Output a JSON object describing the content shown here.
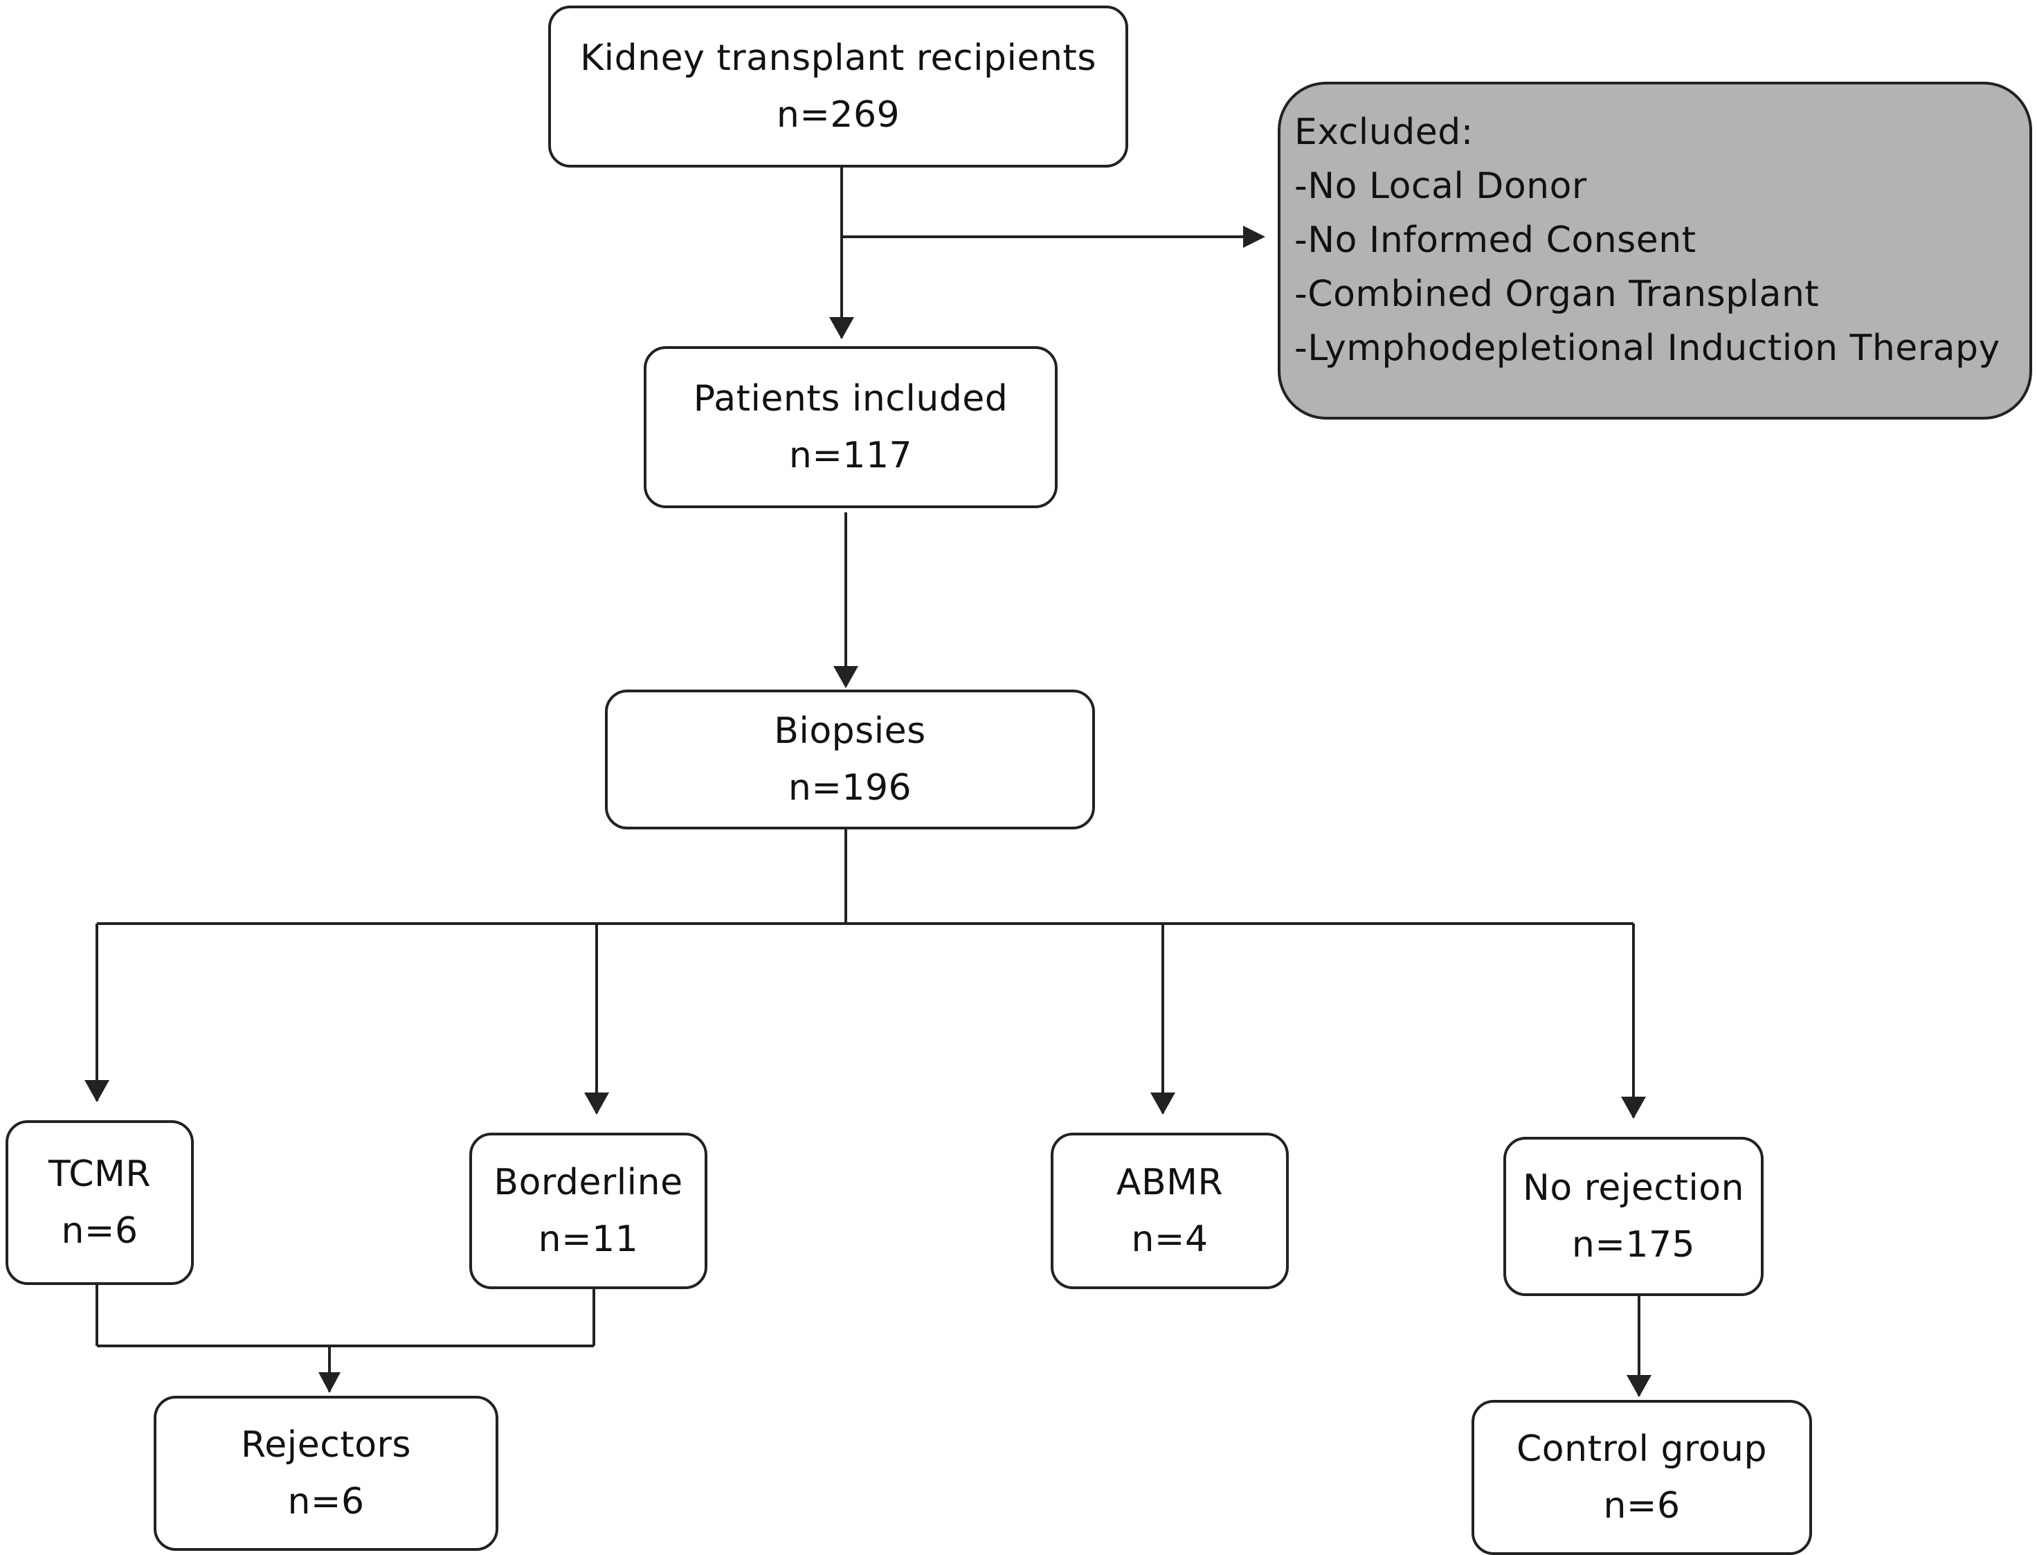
{
  "nodes": {
    "recipients": {
      "label": "Kidney transplant recipients",
      "count": "n=269"
    },
    "included": {
      "label": "Patients included",
      "count": "n=117"
    },
    "biopsies": {
      "label": "Biopsies",
      "count": "n=196"
    },
    "tcmr": {
      "label": "TCMR",
      "count": "n=6"
    },
    "borderline": {
      "label": "Borderline",
      "count": "n=11"
    },
    "abmr": {
      "label": "ABMR",
      "count": "n=4"
    },
    "no_rejection": {
      "label": "No rejection",
      "count": "n=175"
    },
    "rejectors": {
      "label": "Rejectors",
      "count": "n=6"
    },
    "control": {
      "label": "Control group",
      "count": "n=6"
    }
  },
  "excluded": {
    "title": "Excluded:",
    "items": [
      "-No Local Donor",
      "-No Informed Consent",
      "-Combined Organ Transplant",
      "-Lymphodepletional Induction Therapy"
    ]
  },
  "colors": {
    "line": "#222222",
    "excluded_fill": "#b3b3b3",
    "box_fill": "#ffffff"
  }
}
